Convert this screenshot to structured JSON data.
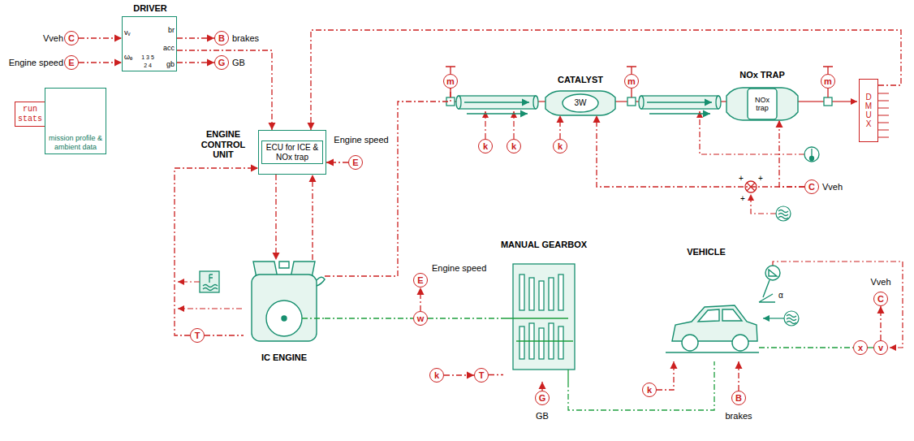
{
  "diagram": {
    "nodes": [
      {
        "text": [
          "DRIVER"
        ]
      },
      {
        "text": [
          "C"
        ]
      },
      {
        "text": [
          "E"
        ]
      },
      {
        "text": [
          "B"
        ]
      },
      {
        "text": [
          "G"
        ]
      },
      {
        "text": [
          "run stats"
        ]
      },
      {
        "text": [
          "mission profile & ambient data"
        ]
      },
      {
        "text": [
          "ENGINE CONTROL UNIT",
          "ECU for ICE & NOx trap"
        ]
      },
      {
        "text": [
          "E"
        ]
      },
      {
        "text": [
          "m"
        ]
      },
      {
        "text": [
          "CATALYST",
          "3W"
        ]
      },
      {
        "text": [
          "m"
        ]
      },
      {
        "text": [
          "NOx TRAP",
          "NOx trap"
        ]
      },
      {
        "text": [
          "m"
        ]
      },
      {
        "text": [
          "DMUX"
        ]
      },
      {
        "text": [
          "k"
        ]
      },
      {
        "text": [
          "k"
        ]
      },
      {
        "text": [
          "k"
        ]
      },
      {
        "text": [
          "C"
        ]
      },
      {
        "text": [
          "IC ENGINE"
        ]
      },
      {
        "text": [
          "T"
        ]
      },
      {
        "text": [
          "w"
        ]
      },
      {
        "text": [
          "E"
        ]
      },
      {
        "text": [
          "MANUAL GEARBOX"
        ]
      },
      {
        "text": [
          "k"
        ]
      },
      {
        "text": [
          "T"
        ]
      },
      {
        "text": [
          "G"
        ]
      },
      {
        "text": [
          "VEHICLE"
        ]
      },
      {
        "text": [
          "k"
        ]
      },
      {
        "text": [
          "B"
        ]
      },
      {
        "text": [
          "x"
        ]
      },
      {
        "text": [
          "v"
        ]
      },
      {
        "text": [
          "C"
        ]
      }
    ],
    "edges": [
      {
        "from": 1,
        "to": 0,
        "arrow": "to"
      },
      {
        "from": 2,
        "to": 0,
        "arrow": "to"
      },
      {
        "from": 0,
        "to": 3,
        "arrow": "to"
      },
      {
        "from": 0,
        "to": 4,
        "arrow": "to"
      },
      {
        "from": 0,
        "to": 7,
        "arrow": "to"
      },
      {
        "from": 8,
        "to": 7,
        "arrow": "to"
      },
      {
        "from": 7,
        "to": 19,
        "arrow": "to"
      },
      {
        "from": 19,
        "to": 7,
        "arrow": "to"
      },
      {
        "from": 20,
        "to": 7,
        "arrow": "to"
      },
      {
        "from": 20,
        "to": 19,
        "arrow": "none"
      },
      {
        "from": 19,
        "to": 9,
        "arrow": "none"
      },
      {
        "from": 14,
        "to": 7,
        "arrow": "to"
      },
      {
        "from": 17,
        "to": 10,
        "arrow": "to"
      },
      {
        "from": 18,
        "to": 10,
        "arrow": "to"
      },
      {
        "from": 18,
        "to": 12,
        "arrow": "to"
      },
      {
        "from": 19,
        "to": 21,
        "arrow": "none"
      },
      {
        "from": 21,
        "to": 23,
        "arrow": "none"
      },
      {
        "from": 21,
        "to": 22,
        "arrow": "to"
      },
      {
        "from": 24,
        "to": 25,
        "arrow": "to"
      },
      {
        "from": 25,
        "to": 23,
        "arrow": "none"
      },
      {
        "from": 26,
        "to": 23,
        "arrow": "to"
      },
      {
        "from": 23,
        "to": 27,
        "arrow": "none"
      },
      {
        "from": 28,
        "to": 27,
        "arrow": "to"
      },
      {
        "from": 29,
        "to": 27,
        "arrow": "to"
      },
      {
        "from": 27,
        "to": 30,
        "arrow": "none"
      },
      {
        "from": 30,
        "to": 31,
        "arrow": "none"
      },
      {
        "from": 31,
        "to": 32,
        "arrow": "to"
      }
    ],
    "labels": [
      "Vveh",
      "Engine speed",
      "brakes",
      "GB",
      "vᵥ",
      "ωₑ",
      "br",
      "acc",
      "gb",
      "1 3 5",
      "2 4",
      "Engine speed",
      "Engine speed",
      "GB",
      "brakes",
      "Vveh",
      "Vveh",
      "α",
      "+",
      "+",
      "+"
    ]
  }
}
